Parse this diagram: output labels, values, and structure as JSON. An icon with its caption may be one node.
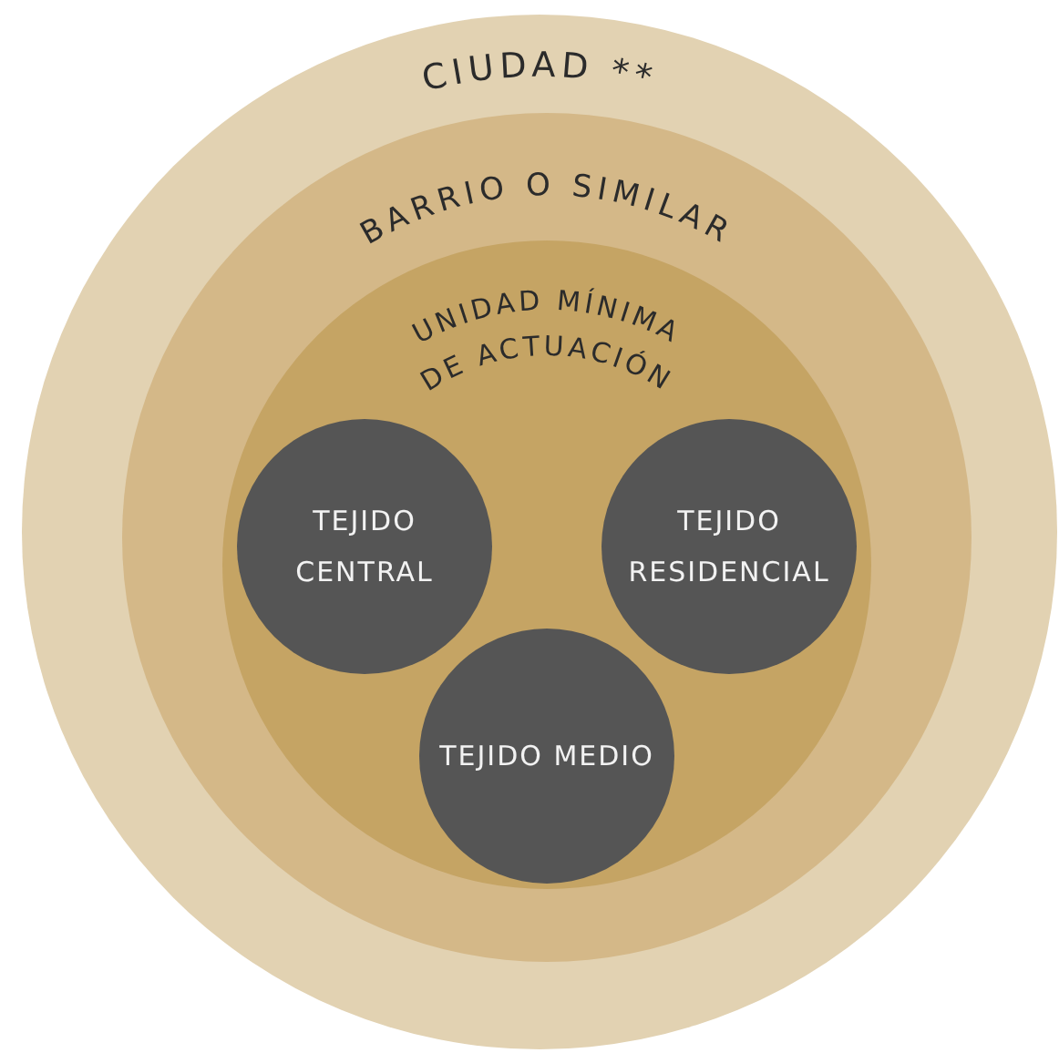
{
  "diagram": {
    "nodes": [
      {
        "text": [
          "CIUDAD **"
        ]
      },
      {
        "text": [
          "BARRIO O SIMILAR"
        ],
        "in": 0
      },
      {
        "text": [
          "UNIDAD MÍNIMA DE ACTUACIÓN"
        ],
        "in": 1
      },
      {
        "text": [
          "TEJIDO CENTRAL"
        ],
        "in": 2
      },
      {
        "text": [
          "TEJIDO RESIDENCIAL"
        ],
        "in": 2
      },
      {
        "text": [
          "TEJIDO MEDIO"
        ],
        "in": 2
      }
    ]
  }
}
